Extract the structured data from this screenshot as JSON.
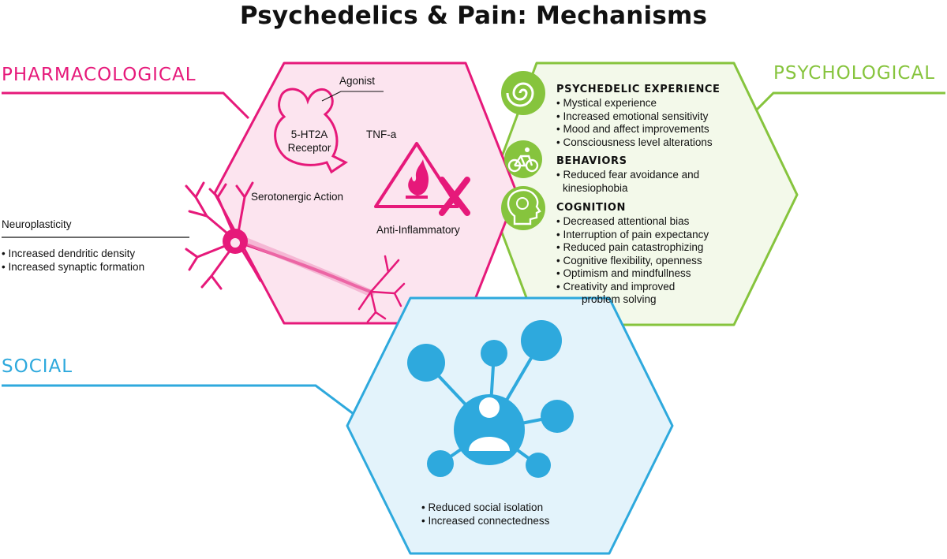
{
  "title": "Psychedelics & Pain: Mechanisms",
  "categories": {
    "pharmacological": "PHARMACOLOGICAL",
    "psychological": "PSYCHOLOGICAL",
    "social": "SOCIAL"
  },
  "pharmacological": {
    "agonist_label": "Agonist",
    "receptor_label_line1": "5-HT2A",
    "receptor_label_line2": "Receptor",
    "serotonergic_label": "Serotonergic Action",
    "tnf_label": "TNF-a",
    "anti_inflammatory_label": "Anti-Inflammatory",
    "neuroplasticity": {
      "heading": "Neuroplasticity",
      "items": [
        "Increased dendritic density",
        "Increased synaptic formation"
      ]
    }
  },
  "psychological": {
    "psychedelic_experience": {
      "heading": "PSYCHEDELIC EXPERIENCE",
      "items": [
        "Mystical experience",
        "Increased emotional sensitivity",
        "Mood and affect improvements",
        "Consciousness level alterations"
      ]
    },
    "behaviors": {
      "heading": "BEHAVIORS",
      "item_line1": "Reduced fear avoidance and",
      "item_line2": "kinesiophobia"
    },
    "cognition": {
      "heading": "COGNITION",
      "items": [
        "Decreased attentional bias",
        "Interruption of pain expectancy",
        "Reduced pain catastrophizing",
        "Cognitive flexibility, openness",
        "Optimism and mindfullness"
      ],
      "last_item_line1": "Creativity and improved",
      "last_item_line2": "problem solving"
    }
  },
  "social": {
    "items": [
      "Reduced social isolation",
      "Increased connectedness"
    ]
  },
  "colors": {
    "pharmacological": "#e6197a",
    "pharmacological_fill": "#fce4ef",
    "psychological": "#86c43d",
    "psychological_fill": "#f3f9ea",
    "social": "#2ea9dd",
    "social_fill": "#e3f3fb"
  },
  "icons": [
    "spiral-icon",
    "bicycle-icon",
    "head-brain-icon",
    "network-person-icon",
    "receptor-icon",
    "fire-warning-icon",
    "neuron-icon"
  ]
}
